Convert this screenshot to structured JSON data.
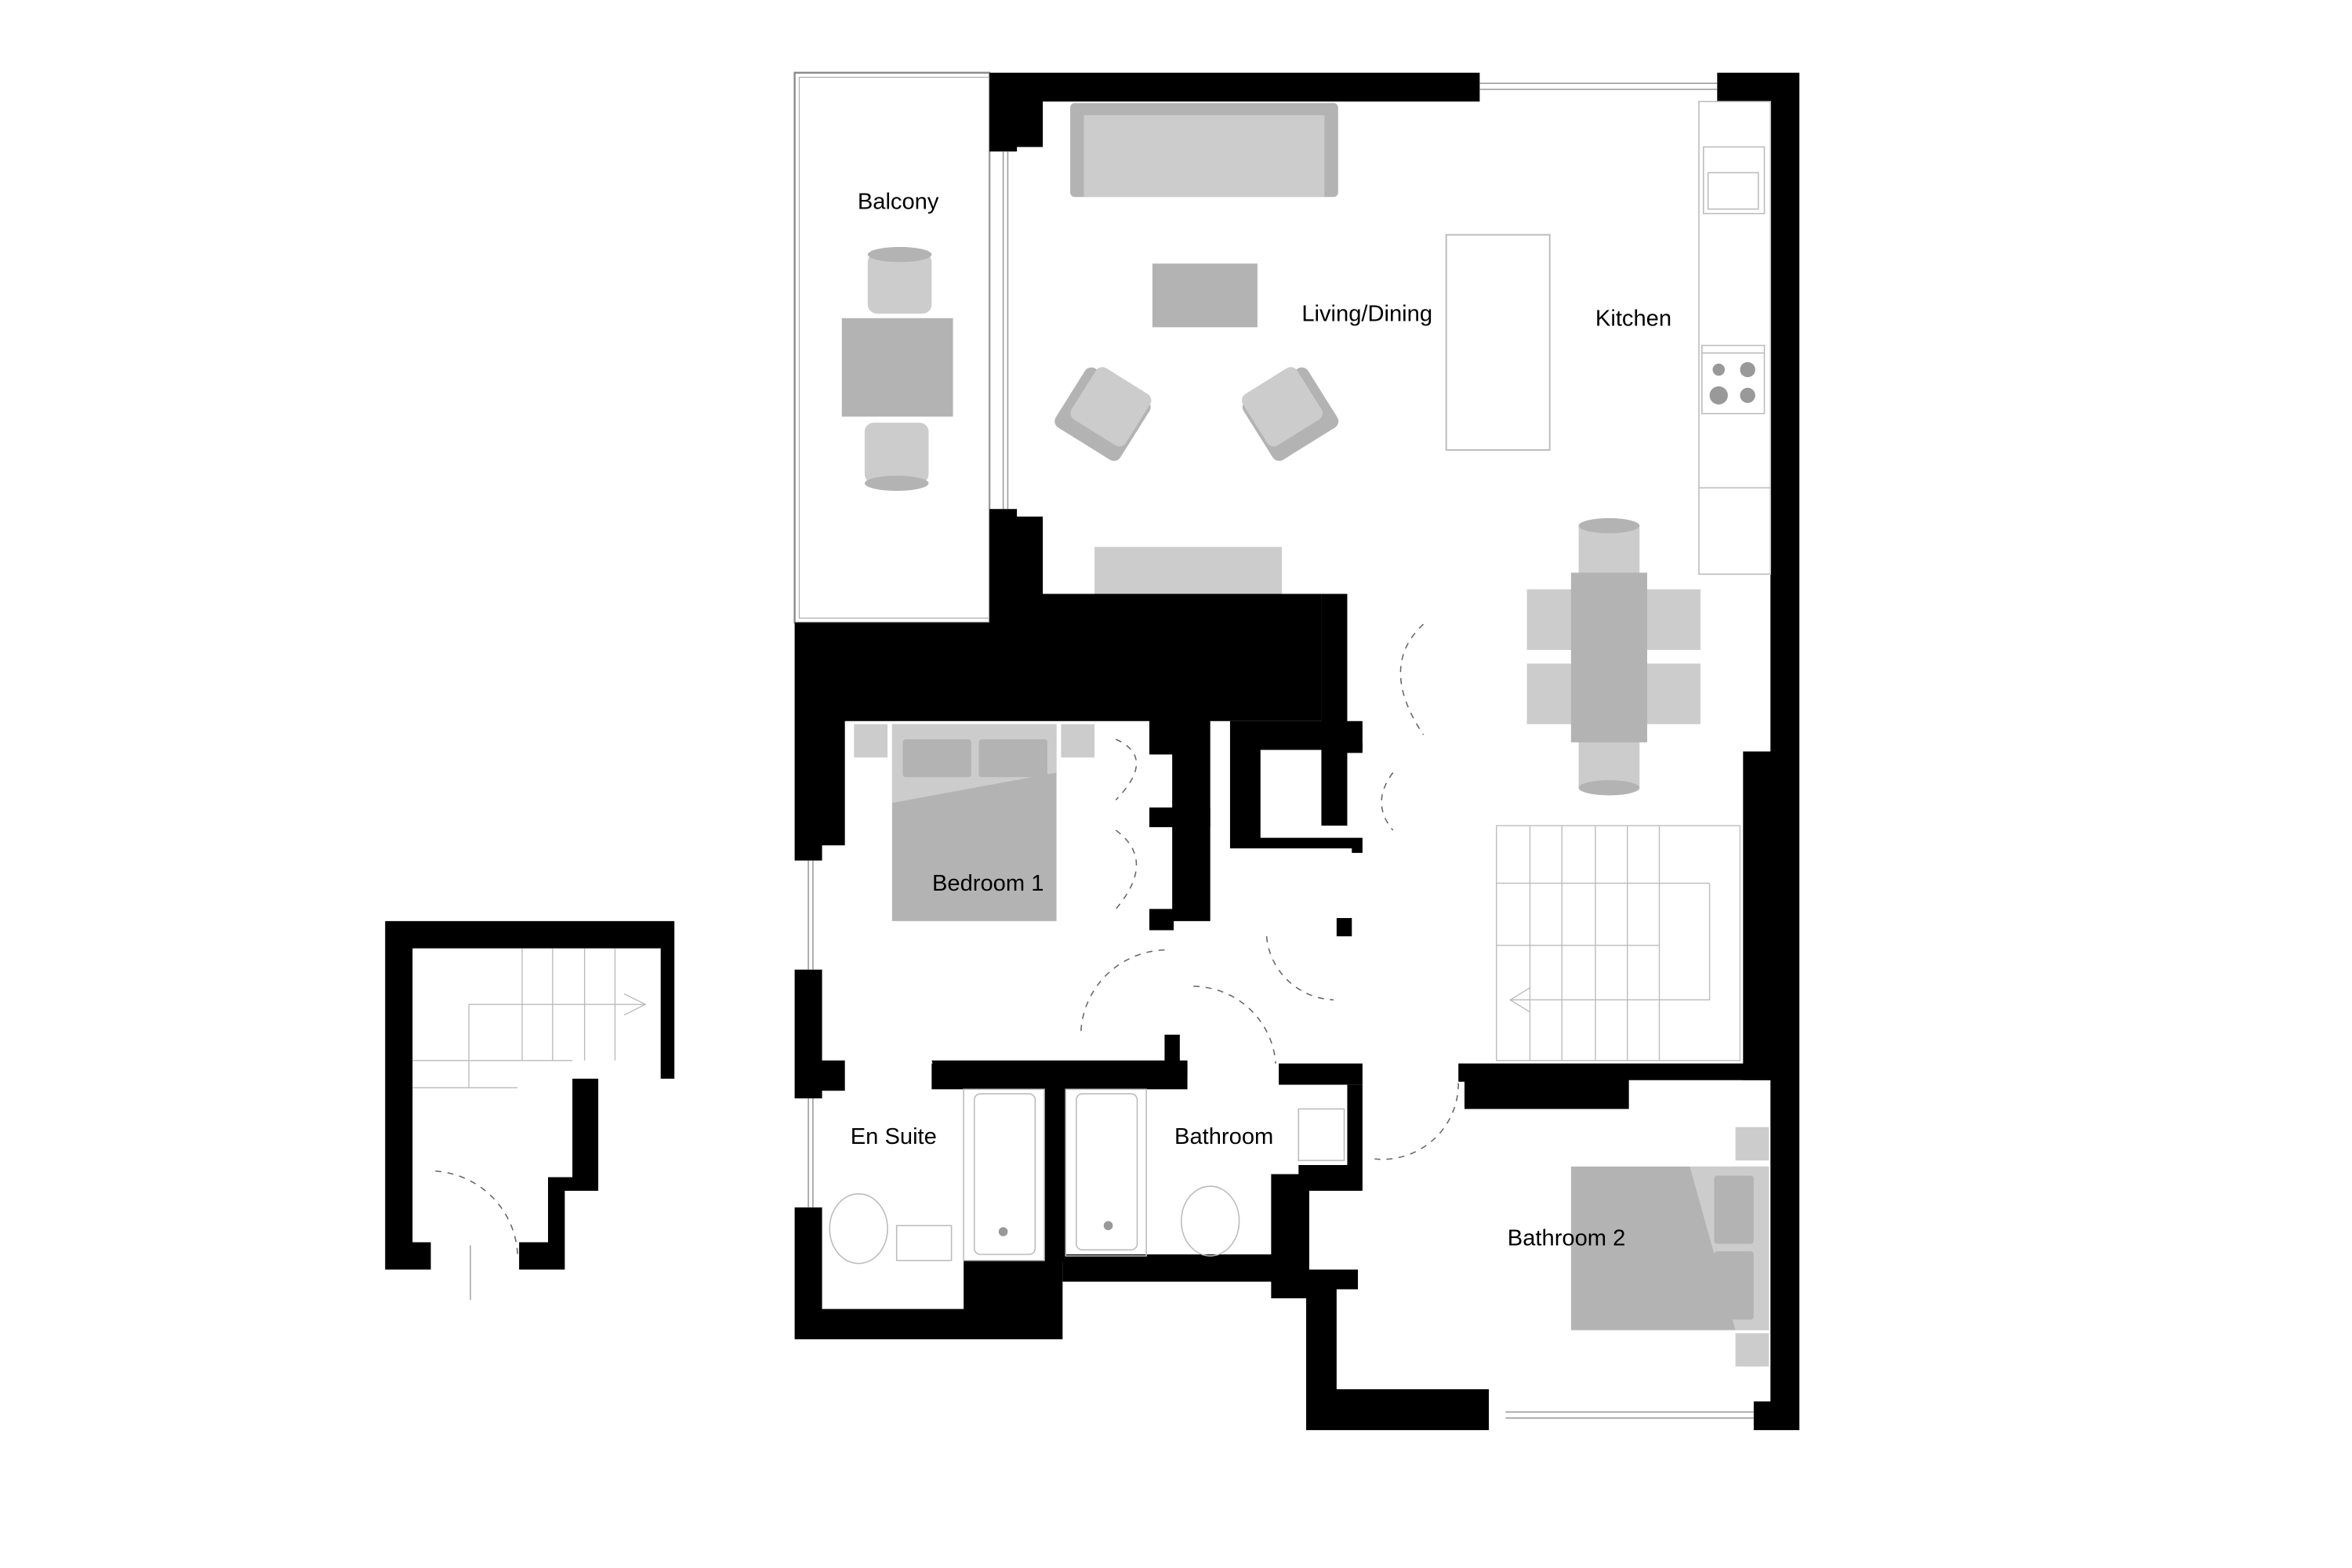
{
  "plan": {
    "type": "floor-plan",
    "colors": {
      "wall": "#000000",
      "furniture_light": "#cccccc",
      "furniture_dark": "#b3b3b3",
      "fixture_line": "#bbbbbb"
    },
    "rooms": [
      {
        "id": "balcony",
        "label": "Balcony"
      },
      {
        "id": "living",
        "label": "Living/Dining"
      },
      {
        "id": "kitchen",
        "label": "Kitchen"
      },
      {
        "id": "bedroom1",
        "label": "Bedroom 1"
      },
      {
        "id": "ensuite",
        "label": "En Suite"
      },
      {
        "id": "bathroom",
        "label": "Bathroom"
      },
      {
        "id": "bathroom2",
        "label": "Bathroom 2"
      }
    ]
  }
}
